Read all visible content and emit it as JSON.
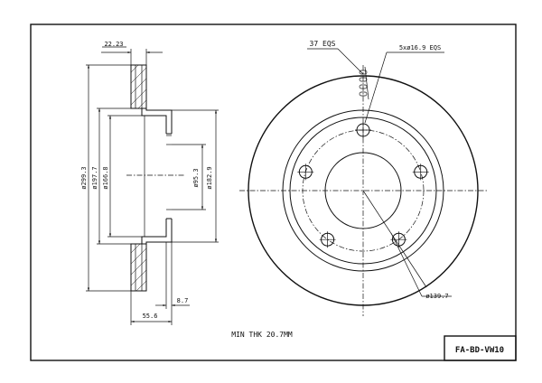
{
  "sheet": {
    "part_code": "FA-BD-VW10",
    "note": "MIN THK 20.7MM"
  },
  "side_view": {
    "dims": {
      "width_top": "22.23",
      "dia_outer": "ø299.3",
      "dia_inner": "ø197.7",
      "dia_hat": "ø166.8",
      "dia_bore": "ø95.3",
      "dia_hub": "ø182.9",
      "offset": "55.6",
      "flange": "8.7"
    }
  },
  "front_view": {
    "bolt_pattern": "5xø16.9 EQS",
    "vent_angle": "37 EQS",
    "pcd": "ø139.7",
    "bolt_holes": 5
  }
}
